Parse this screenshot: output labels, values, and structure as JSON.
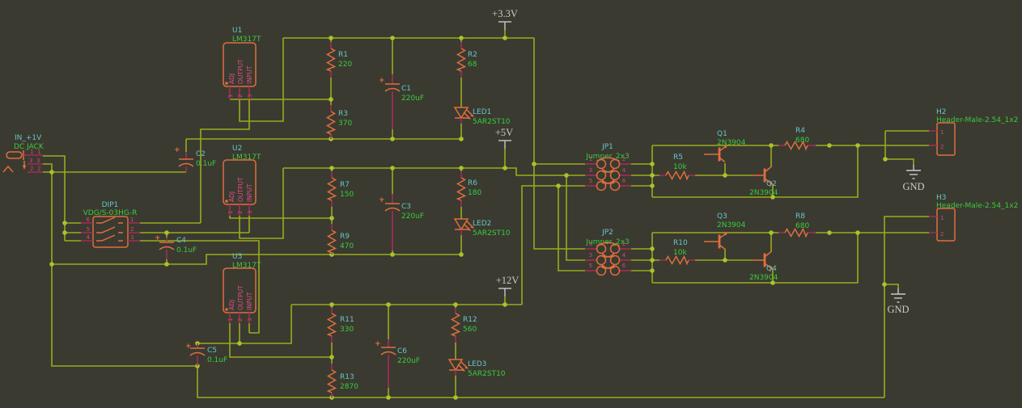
{
  "colors": {
    "background": "#3a3a31",
    "wire": "#9aab1c",
    "junction": "#a9c42a",
    "symbol": "#e06e3e",
    "pin": "#a72a5a",
    "pin_number": "#d8436f",
    "reference": "#66c6c6",
    "value": "#3bcb3b",
    "ic_pin_name": "#e0507e",
    "power": "#c9c9c9"
  },
  "power_labels": {
    "rail_33": "+3.3V",
    "rail_5": "+5V",
    "rail_12": "+12V",
    "gnd_a": "GND",
    "gnd_b": "GND"
  },
  "regulators": {
    "pin_names": [
      "ADJ",
      "OUTPUT",
      "INPUT"
    ],
    "pin_numbers": [
      "1",
      "2",
      "3"
    ],
    "U1": {
      "ref": "U1",
      "value": "LM317T"
    },
    "U2": {
      "ref": "U2",
      "value": "LM317T"
    },
    "U3": {
      "ref": "U3",
      "value": "LM317T"
    }
  },
  "jack": {
    "ref": "IN_+1V",
    "value": "DC JACK",
    "pins": [
      "1",
      "3",
      "2"
    ]
  },
  "dip": {
    "ref": "DIP1",
    "value": "VDG/S-03HG-R",
    "left_pins": [
      "6",
      "5",
      "4"
    ],
    "right_pins": [
      "1",
      "2",
      "3"
    ]
  },
  "resistors": {
    "R1": {
      "ref": "R1",
      "value": "220"
    },
    "R2": {
      "ref": "R2",
      "value": "68"
    },
    "R3": {
      "ref": "R3",
      "value": "370"
    },
    "R4": {
      "ref": "R4",
      "value": "680"
    },
    "R5": {
      "ref": "R5",
      "value": "10k"
    },
    "R6": {
      "ref": "R6",
      "value": "180"
    },
    "R7": {
      "ref": "R7",
      "value": "150"
    },
    "R8": {
      "ref": "R8",
      "value": "680"
    },
    "R9": {
      "ref": "R9",
      "value": "470"
    },
    "R10": {
      "ref": "R10",
      "value": "10k"
    },
    "R11": {
      "ref": "R11",
      "value": "330"
    },
    "R12": {
      "ref": "R12",
      "value": "560"
    },
    "R13": {
      "ref": "R13",
      "value": "2870"
    }
  },
  "capacitors": {
    "polarity_mark": "+",
    "C1": {
      "ref": "C1",
      "value": "220uF"
    },
    "C2": {
      "ref": "C2",
      "value": "0.1uF"
    },
    "C3": {
      "ref": "C3",
      "value": "220uF"
    },
    "C4": {
      "ref": "C4",
      "value": "0.1uF"
    },
    "C5": {
      "ref": "C5",
      "value": "0.1uF"
    },
    "C6": {
      "ref": "C6",
      "value": "220uF"
    }
  },
  "leds": {
    "LED1": {
      "ref": "LED1",
      "value": "5AR2ST10"
    },
    "LED2": {
      "ref": "LED2",
      "value": "5AR2ST10"
    },
    "LED3": {
      "ref": "LED3",
      "value": "5AR2ST10"
    }
  },
  "transistors": {
    "Q1": {
      "ref": "Q1",
      "value": "2N3904"
    },
    "Q2": {
      "ref": "Q2",
      "value": "2N3904"
    },
    "Q3": {
      "ref": "Q3",
      "value": "2N3904"
    },
    "Q4": {
      "ref": "Q4",
      "value": "2N3904"
    }
  },
  "jumpers": {
    "JP1": {
      "ref": "JP1",
      "value": "Jumper_2x3",
      "pins": [
        "1",
        "2",
        "3",
        "4",
        "5",
        "6"
      ]
    },
    "JP2": {
      "ref": "JP2",
      "value": "Jumper_2x3",
      "pins": [
        "1",
        "2",
        "3",
        "4",
        "5",
        "6"
      ]
    }
  },
  "headers": {
    "H2": {
      "ref": "H2",
      "value": "Header-Male-2.54_1x2",
      "pins": [
        "1",
        "2"
      ]
    },
    "H3": {
      "ref": "H3",
      "value": "Header-Male-2.54_1x2",
      "pins": [
        "1",
        "2"
      ]
    }
  }
}
